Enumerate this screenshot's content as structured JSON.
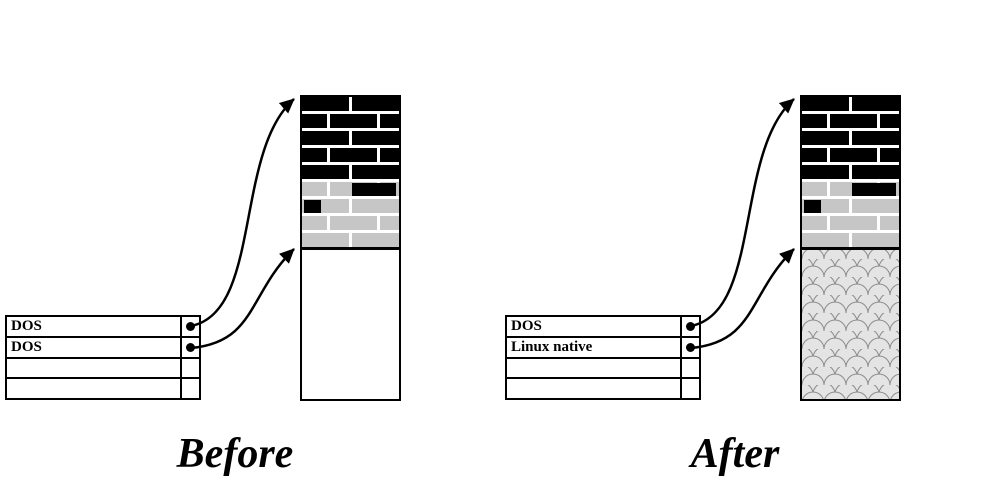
{
  "before": {
    "caption": "Before",
    "partition_table": {
      "rows": [
        "DOS",
        "DOS",
        "",
        ""
      ]
    },
    "disk_segments": [
      "used-dark-bricks",
      "used-light-bricks",
      "free-empty-space"
    ]
  },
  "after": {
    "caption": "After",
    "partition_table": {
      "rows": [
        "DOS",
        "Linux native",
        "",
        ""
      ]
    },
    "disk_segments": [
      "used-dark-bricks",
      "used-light-bricks",
      "linux-native-scale-pattern"
    ]
  },
  "colors": {
    "ink": "#000000",
    "brick_light": "#c6c6c6",
    "scale_fill": "#e4e4e4",
    "scale_bg": "#f2f2f2",
    "background": "#ffffff"
  }
}
